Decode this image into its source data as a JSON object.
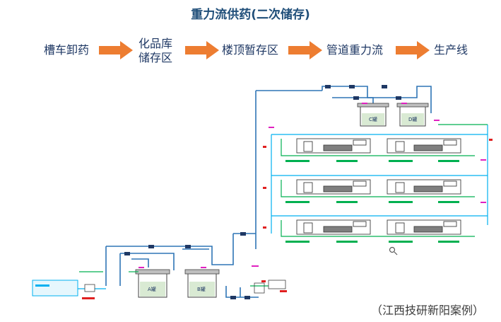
{
  "title": "重力流供药(二次储存)",
  "flow": {
    "steps": [
      {
        "lines": [
          "槽车卸药"
        ]
      },
      {
        "lines": [
          "化品库",
          "储存区"
        ]
      },
      {
        "lines": [
          "楼顶暂存区"
        ]
      },
      {
        "lines": [
          "管道重力流"
        ]
      },
      {
        "lines": [
          "生产线"
        ]
      }
    ],
    "arrow_color": "#ed7d31"
  },
  "schematic": {
    "pipe_color": "#2e75b6",
    "green_pipe_color": "#00b050",
    "cyan_pipe_color": "#00b0f0",
    "tank_labels": [
      "A罐",
      "B罐",
      "C罐",
      "D罐"
    ]
  },
  "caption": "（江西技研新阳案例）"
}
